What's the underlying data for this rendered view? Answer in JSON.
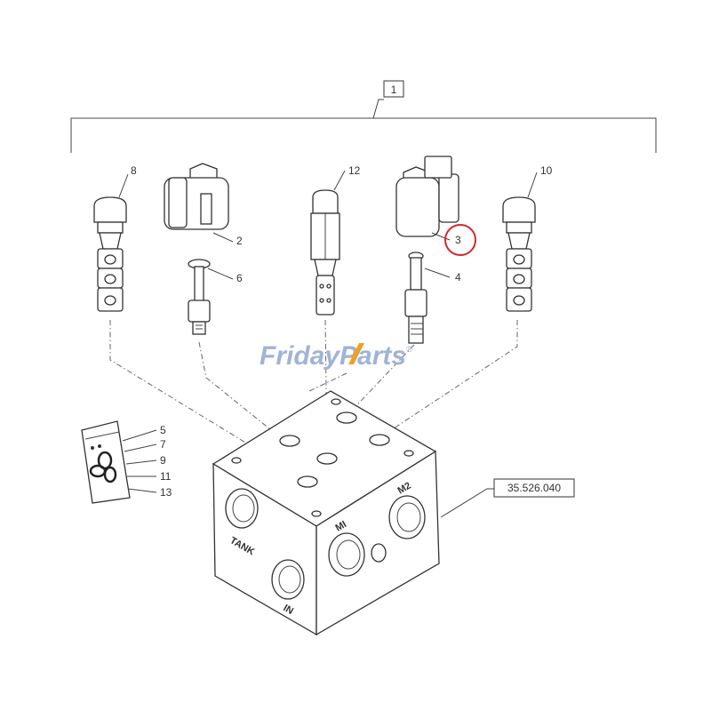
{
  "callouts": {
    "assembly": "1",
    "item_8": "8",
    "item_2": "2",
    "item_6": "6",
    "item_12": "12",
    "item_3": "3",
    "item_4": "4",
    "item_10": "10",
    "item_5": "5",
    "item_7": "7",
    "item_9": "9",
    "item_11": "11",
    "item_13": "13",
    "reference": "35.526.040"
  },
  "ports": {
    "tank": "TANK",
    "m1": "MI",
    "m2": "M2",
    "in": "IN"
  },
  "watermark": {
    "brand_a": "Friday",
    "brand_b": "Parts",
    "mark": "®"
  },
  "colors": {
    "highlight_circle": "#d9262c",
    "watermark": "#9fb4d6",
    "watermark_accent": "#f0a020",
    "line": "#333333"
  }
}
